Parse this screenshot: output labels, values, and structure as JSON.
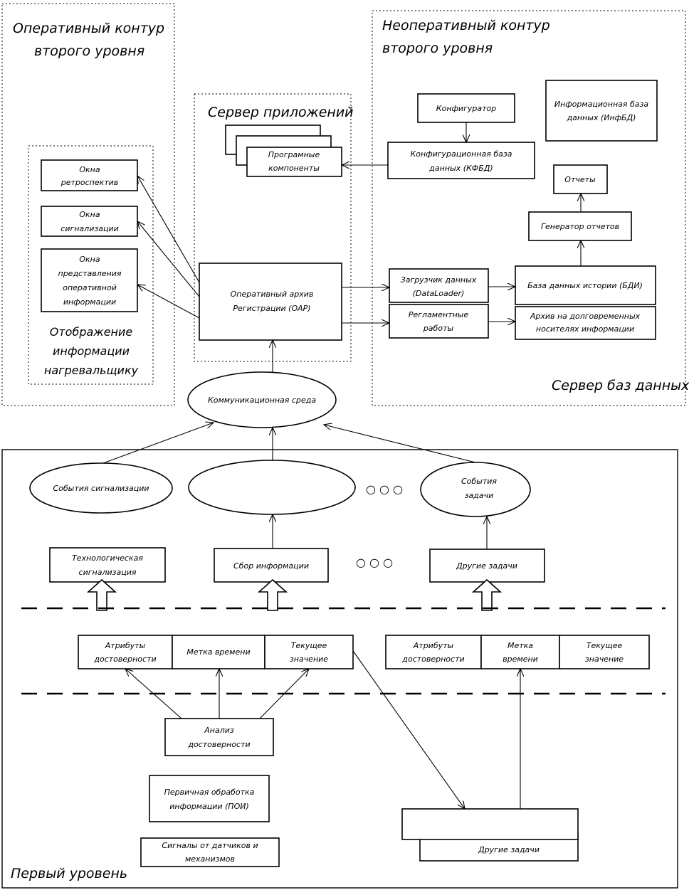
{
  "operative_contour": {
    "title": [
      "Оперативный контур",
      "второго уровня"
    ]
  },
  "display_group": {
    "windows_retro": [
      "Окна",
      "ретроспектив"
    ],
    "windows_alarm": [
      "Окна",
      "сигнализации"
    ],
    "windows_operative": [
      "Окна",
      "представления",
      "оперативной",
      "информации"
    ],
    "caption": [
      "Отображение",
      "информации",
      "нагревальщику"
    ]
  },
  "app_server": {
    "title": "Сервер приложений",
    "components": [
      "Програмные",
      "компоненты"
    ],
    "oar": [
      "Оперативный архив",
      "Регистрации (ОАР)"
    ]
  },
  "non_operative_contour": {
    "title": [
      "Неоперативный контур",
      "второго уровня"
    ],
    "configurator": "Конфигуратор",
    "config_db": [
      "Конфигурационная база",
      "данных (КФБД)"
    ],
    "info_db": [
      "Информационная база",
      "данных (ИнфБД)"
    ],
    "reports": "Отчеты",
    "report_generator": "Генератор отчетов",
    "data_loader": [
      "Загрузчик данных",
      "(DataLoader)"
    ],
    "scheduled_jobs": [
      "Регламентные",
      "работы"
    ],
    "history_db": "База данных истории (БДИ)",
    "archive": [
      "Архив на долговременных",
      "носителях информации"
    ],
    "db_server": "Сервер баз данных"
  },
  "comm_env": "Коммуникационная среда",
  "first_level": {
    "title": "Первый уровень",
    "events_alarm": "События сигнализации",
    "events_task": [
      "События",
      "задачи"
    ],
    "ellipsis": "○ ○ ○",
    "tech_alarm": [
      "Технологическая",
      "сигнализация"
    ],
    "data_collection": "Сбор информации",
    "other_tasks": "Другие задачи",
    "attrs": [
      "Атрибуты",
      "достоверности"
    ],
    "timestamp": "Метка времени",
    "timestamp2": [
      "Метка",
      "времени"
    ],
    "current": [
      "Текущее",
      "значение"
    ],
    "validity_analysis": [
      "Анализ",
      "достоверности"
    ],
    "primary_processing": [
      "Первичная обработка",
      "информации (ПОИ)"
    ],
    "signals": [
      "Сигналы от датчиков и",
      "механизмов"
    ],
    "other_tasks_bottom": "Другие задачи"
  }
}
